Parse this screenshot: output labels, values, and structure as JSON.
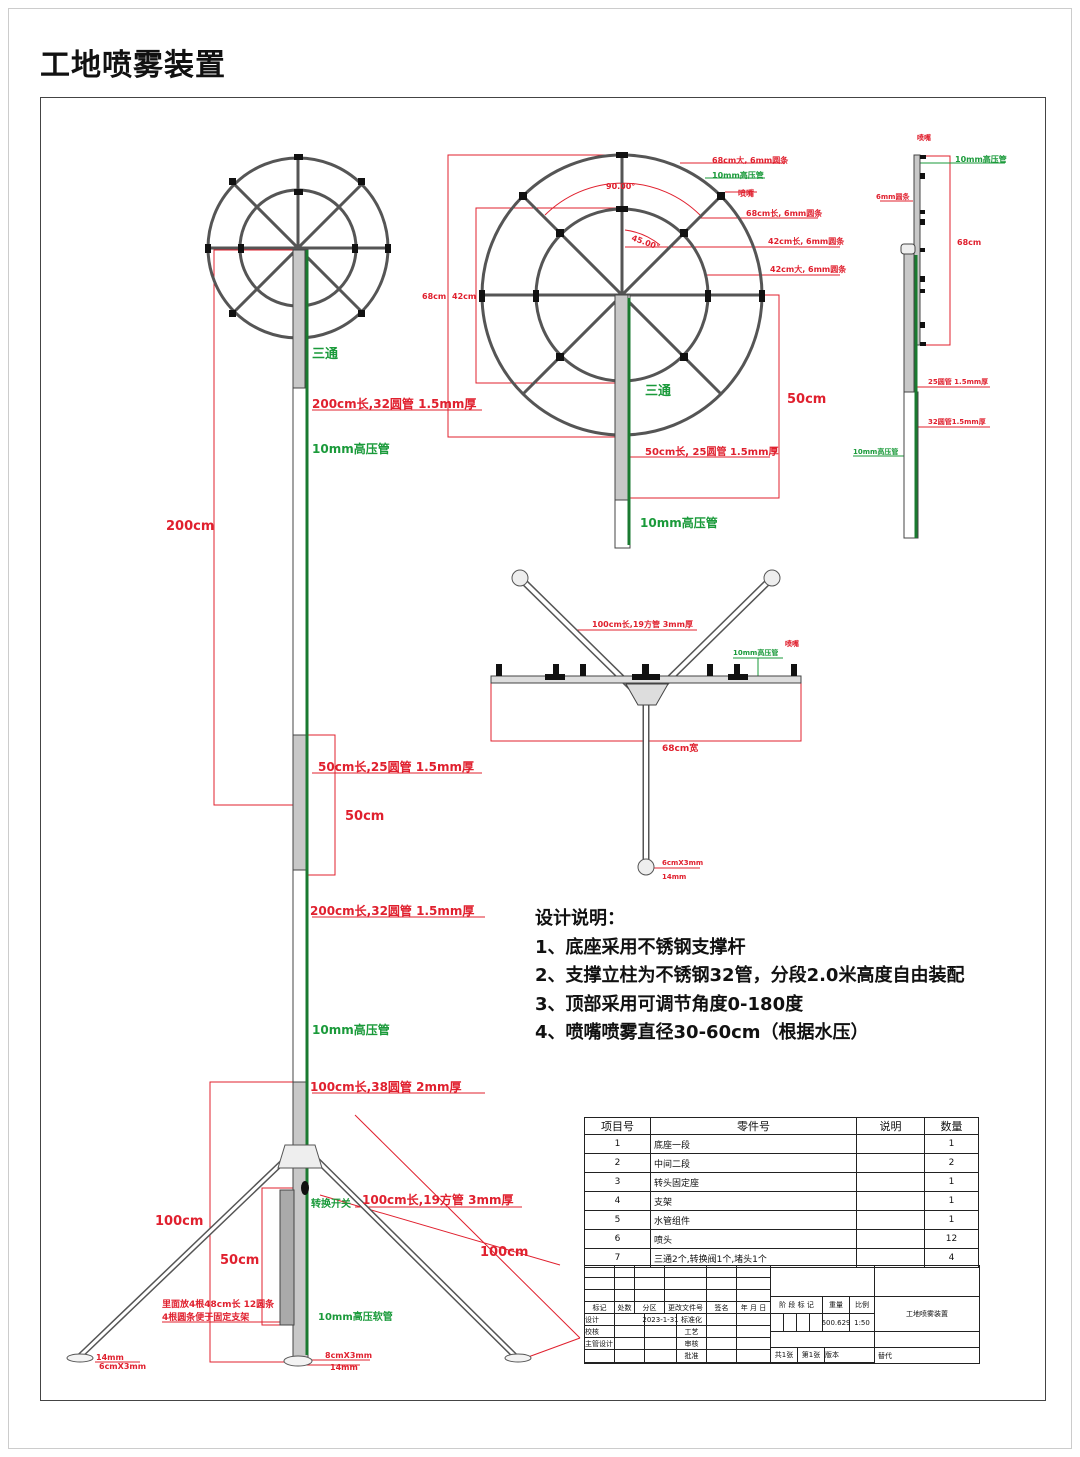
{
  "title": "工地喷雾装置",
  "colors": {
    "dimension": "#e0202e",
    "hose": "#1a9a3a",
    "pipe": "#c8c8c8"
  },
  "front_view": {
    "sanTong": "三通",
    "seg1": "200cm长,32圆管 1.5mm厚",
    "hose1": "10mm高压管",
    "dim200": "200cm",
    "sleeve": "50cm长,25圆管 1.5mm厚",
    "dim50": "50cm",
    "seg2": "200cm长,32圆管  1.5mm厚",
    "hose2": "10mm高压管",
    "base": "100cm长,38圆管 2mm厚",
    "switch": "转换开关",
    "leg": "100cm长,19方管 3mm厚",
    "dim100_left": "100cm",
    "dim100_right": "100cm",
    "dim50_box": "50cm",
    "box_note1": "里面放4根48cm长 12圆条",
    "box_note2": "4根圆条便于固定支架",
    "soft_hose": "10mm高压软管",
    "foot_left_a": "14mm",
    "foot_left_b": "6cmX3mm",
    "foot_center_a": "8cmX3mm",
    "foot_center_b": "14mm"
  },
  "top_view": {
    "outer_ring": "68cm大, 6mm圆条",
    "hose": "10mm高压管",
    "nozzle": "喷嘴",
    "outer_spoke": "68cm长, 6mm圆条",
    "inner_spoke": "42cm长, 6mm圆条",
    "inner_ring": "42cm大, 6mm圆条",
    "angle90": "90.00°",
    "angle45": "45.00°",
    "dim68": "68cm",
    "dim42": "42cm",
    "sanTong": "三通",
    "dim50": "50cm",
    "sleeve": "50cm长, 25圆管 1.5mm厚",
    "hose_bottom": "10mm高压管"
  },
  "side_view": {
    "nozzle": "喷嘴",
    "hose": "10mm高压管",
    "rod": "6mm圆条",
    "dim68": "68cm",
    "pipe25": "25圆管 1.5mm厚",
    "pipe32": "32圆管1.5mm厚",
    "hose_bottom": "10mm高压管"
  },
  "bracket_view": {
    "arm": "100cm长,19方管 3mm厚",
    "hose": "10mm高压管",
    "nozzle": "喷嘴",
    "width": "68cm宽",
    "foot_a": "6cmX3mm",
    "foot_b": "14mm"
  },
  "notes": {
    "heading": "设计说明：",
    "items": [
      "1、底座采用不锈钢支撑杆",
      "2、支撑立柱为不锈钢32管，分段2.0米高度自由装配",
      "3、顶部采用可调节角度0-180度",
      "4、喷嘴喷雾直径30-60cm（根据水压）"
    ]
  },
  "parts_table": {
    "headers": [
      "项目号",
      "零件号",
      "说明",
      "数量"
    ],
    "rows": [
      {
        "no": "1",
        "part": "底座一段",
        "desc": "",
        "qty": "1"
      },
      {
        "no": "2",
        "part": "中间二段",
        "desc": "",
        "qty": "2"
      },
      {
        "no": "3",
        "part": "转头固定座",
        "desc": "",
        "qty": "1"
      },
      {
        "no": "4",
        "part": "支架",
        "desc": "",
        "qty": "1"
      },
      {
        "no": "5",
        "part": "水管组件",
        "desc": "",
        "qty": "1"
      },
      {
        "no": "6",
        "part": "喷头",
        "desc": "",
        "qty": "12"
      },
      {
        "no": "7",
        "part": "三通2个,转换阀1个,堵头1个",
        "desc": "",
        "qty": "4"
      }
    ]
  },
  "title_block": {
    "mark": "标记",
    "count": "处数",
    "zone": "分区",
    "change_doc": "更改文件号",
    "sign": "签名",
    "date_label": "年 月 日",
    "design": "设计",
    "date": "2023-1-31",
    "standard": "标准化",
    "check": "校核",
    "process": "工艺",
    "chief": "主管设计",
    "review": "审核",
    "approve": "批准",
    "stage": "阶 段 标 记",
    "weight_label": "重量",
    "scale_label": "比例",
    "weight": "600.629",
    "scale": "1:50",
    "drawing_name": "工地喷雾装置",
    "sheets": "共1张",
    "sheet_no": "第1张",
    "version": "版本",
    "replace": "替代"
  }
}
